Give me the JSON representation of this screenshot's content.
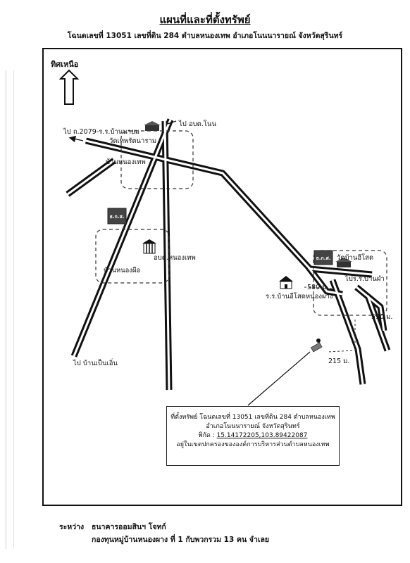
{
  "title": "แผนที่และที่ตั้งทรัพย์",
  "subtitle": "โฉนดเลขที่ 13051 เลขที่ดิน 284 ตำบลหนองเทพ อำเภอโนนนารายณ์ จังหวัดสุรินทร์",
  "north_label": "ทิศเหนือ",
  "icons": {
    "north": "north-arrow-icon",
    "property": "property-pin-icon",
    "temple": "temple-icon",
    "school": "school-icon",
    "office": "office-building-icon",
    "bank_sign": "bank-sign-icon"
  },
  "colors": {
    "road": "#111111",
    "dashed_boundary": "#333333",
    "sign_fill": "#444444"
  },
  "bank_sign_text": "ธ.ก.ส.",
  "labels": {
    "to_rd2079": "ไป ถ.2079-ร.ร.บ้านนายม",
    "to_obt_non": "ไป อบต.โนน",
    "wat": "วัดเทพรัตนาราม",
    "ban_nong_thep": "บ้านหนองเทพ",
    "obt_nong_thep": "อบต.หนองเทพ",
    "ban_nong_phai": "บ้านหนองผือ",
    "to_ban_pen_en": "ไป บ้านเป็นเอิ่น",
    "wat_ban_i_sot": "วัดบ้านอีโสด",
    "to_rr_ban_pha": "ไปร.ร.บ้านผำ",
    "school_i_sot": "ร.ร.บ้านอีโสดหนองผาง",
    "dist_580": "580 ม.",
    "dist_590": "590 ม.",
    "dist_215": "215 ม."
  },
  "info": {
    "line1": "ที่ตั้งทรัพย์ โฉนดเลขที่ 13051 เลขที่ดิน 284 ตำบลหนองเทพ",
    "line2": "อำเภอโนนนารายณ์ จังหวัดสุรินทร์",
    "coords_prefix": "พิกัด : ",
    "coords": "15.14172205,103.89422087",
    "line4": "อยู่ในเขตปกครองขององค์การบริหารส่วนตำบลหนองเทพ"
  },
  "footer": {
    "between_label": "ระหว่าง",
    "bank": "ธนาคารออมสินฯ โจทก์",
    "fund": "กองทุนหมู่บ้านหนองผาง ที่ 1 กับพวกรวม 13 คน จำเลย"
  }
}
